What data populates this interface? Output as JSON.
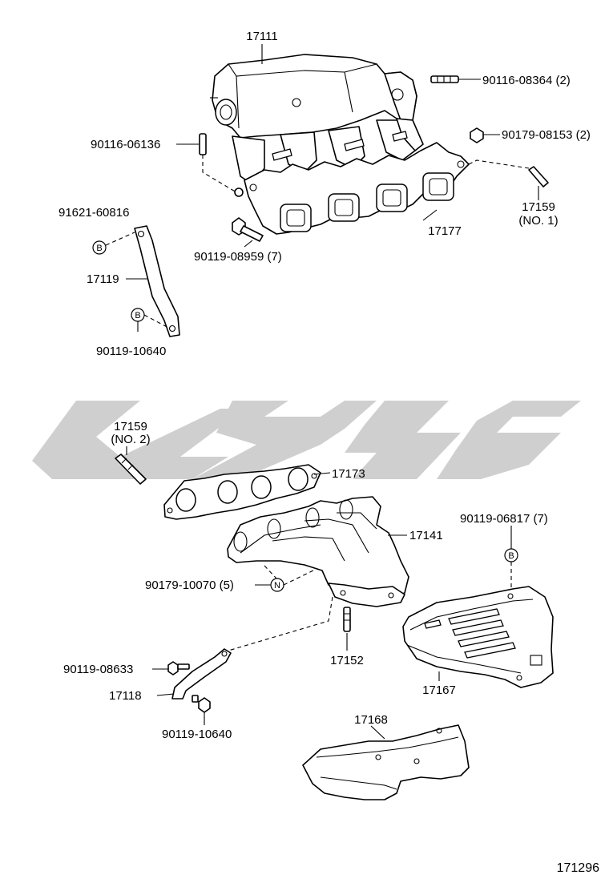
{
  "diagram_id": "171296",
  "labels": {
    "intake_manifold": "17111",
    "stud_90116_08364": "90116-08364 (2)",
    "stud_90116_06136": "90116-06136",
    "nut_90179_08153": "90179-08153 (2)",
    "stud_17159_no1_part": "17159",
    "stud_17159_no1_tag": "(NO. 1)",
    "gasket_17177": "17177",
    "bolt_90119_08959": "90119-08959 (7)",
    "nut_91621_60816": "91621-60816",
    "stay_17119": "17119",
    "bolt_90119_10640_top": "90119-10640",
    "stud_17159_no2_part": "17159",
    "stud_17159_no2_tag": "(NO. 2)",
    "gasket_17173": "17173",
    "exhaust_manifold": "17141",
    "bolt_90119_06817": "90119-06817 (7)",
    "nut_90179_10070": "90179-10070 (5)",
    "stud_17152": "17152",
    "bolt_90119_08633": "90119-08633",
    "bracket_17118": "17118",
    "bolt_90119_10640_bottom": "90119-10640",
    "heat_insulator_17167": "17167",
    "heat_insulator_17168": "17168"
  },
  "badges": {
    "b": "B",
    "n": "N"
  },
  "watermark_color": "#cfcfcf"
}
